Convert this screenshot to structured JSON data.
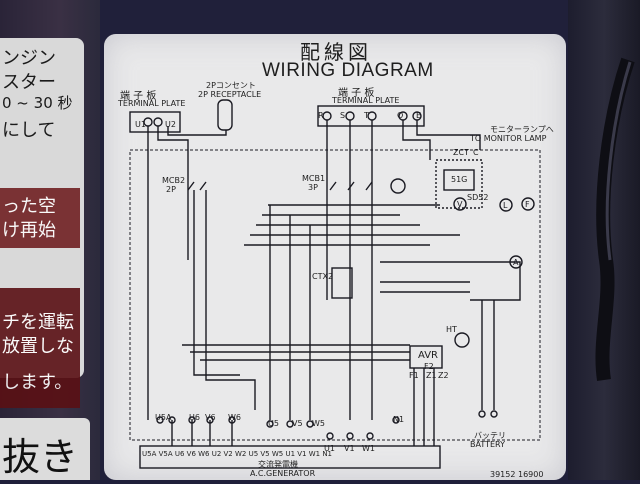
{
  "left_sticker": {
    "lines_top": [
      "ンジン",
      "スター",
      "0 ~ 30 秒",
      "にして"
    ],
    "lines_mid": [
      "った空",
      "け再始"
    ],
    "lines_low": [
      "チを運転",
      "放置しな",
      "します。"
    ],
    "bottom": "抜き"
  },
  "diagram": {
    "title_jp": "配線図",
    "title_en": "WIRING DIAGRAM",
    "terminal_plate_left_jp": "端 子 板",
    "terminal_plate_left_en": "TERMINAL PLATE",
    "receptacle_jp": "2Pコンセント",
    "receptacle_en": "2P RECEPTACLE",
    "terminal_plate_right_jp": "端 子 板",
    "terminal_plate_right_en": "TERMINAL PLATE",
    "monitor_jp": "モニターランプへ",
    "monitor_en": "TO MONITOR LAMP",
    "u1": "U1",
    "u2": "U2",
    "r": "R",
    "s": "S",
    "t": "T",
    "o": "O",
    "e": "E",
    "mcb2": "MCB2",
    "mcb2_poles": "2P",
    "mcb1": "MCB1",
    "mcb1_poles": "3P",
    "zct": "ZCT",
    "c": "C",
    "sig": "51G",
    "sd": "SD52",
    "ctx2": "CTX2",
    "avr": "AVR",
    "f2": "F2",
    "ht": "HT",
    "f1": "F1",
    "z1": "Z1",
    "z2": "Z2",
    "u5a": "U5A",
    "v5a": "V5A",
    "u6": "U6",
    "v6": "V6",
    "w6": "W6",
    "u5": "U5",
    "v5": "V5",
    "w5": "W5",
    "n1": "N1",
    "u1b": "U1",
    "v1": "V1",
    "w1": "W1",
    "battery_jp": "バッテリ",
    "battery_en": "BATTERY",
    "generator_jp": "交流発電機",
    "generator_en": "A.C.GENERATOR",
    "serial": "39152 16900",
    "bottom_row": "U5A V5A U6  V6  W6 U2 V2 W2 U5  V5  W5  U1 V1 W1 N1"
  }
}
